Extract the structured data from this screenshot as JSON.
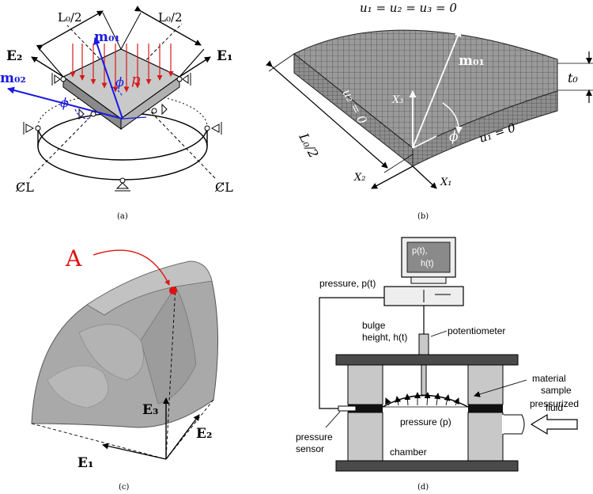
{
  "colors": {
    "load_arrows": "#d61a1a",
    "vector_m": "#1a1ae0",
    "label_A": "#e01010",
    "mesh_fill": "#9a9a9a",
    "shell_fill": "#a8a8a8",
    "block_fill": "#c8c8c8",
    "plate_fill": "#4a4a4a"
  },
  "panel_a": {
    "caption": "(a)",
    "L0_half_left": "L₀/2",
    "L0_half_right": "L₀/2",
    "E1": "E₁",
    "E2": "E₂",
    "m01": "m₀₁",
    "m02": "m₀₂",
    "p": "p",
    "phi_a": "ϕ",
    "phi_b": "ϕ",
    "cl_left": "C̸L",
    "cl_right": "C̸L"
  },
  "panel_b": {
    "caption": "(b)",
    "bc_top": "u₁ = u₂ = u₃ = 0",
    "bc_left": "u₂ = 0",
    "bc_right": "u₁ = 0",
    "m01": "m₀₁",
    "X1": "X₁",
    "X2": "X₂",
    "X3": "X₃",
    "phi": "ϕ",
    "t0": "t₀",
    "L0_half": "L₀/2"
  },
  "panel_c": {
    "caption": "(c)",
    "point_A": "A",
    "E1": "E₁",
    "E2": "E₂",
    "E3": "E₃"
  },
  "panel_d": {
    "caption": "(d)",
    "screen_text_1": "p(t),",
    "screen_text_2": "h(t)",
    "pressure_pt": "pressure, p(t)",
    "bulge_1": "bulge",
    "bulge_2": "height, h(t)",
    "potentiometer": "potentiometer",
    "material_1": "material",
    "material_2": "sample",
    "pressurized_1": "pressurized",
    "pressurized_2": "fluid",
    "pressure_p": "pressure (p)",
    "sensor_1": "pressure",
    "sensor_2": "sensor",
    "chamber": "chamber"
  }
}
